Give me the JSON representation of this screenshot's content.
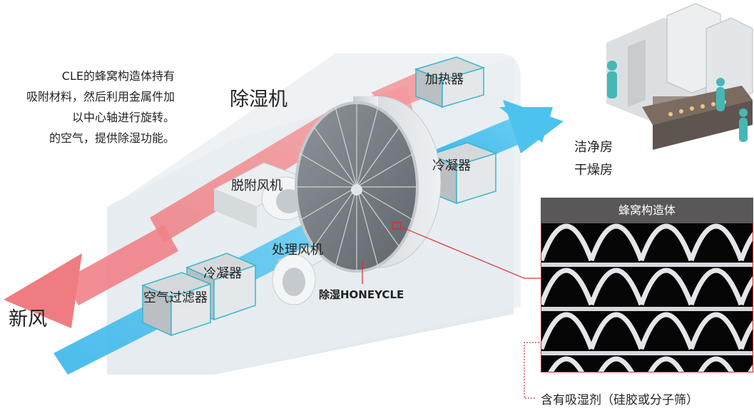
{
  "description": {
    "lines": [
      "CLE的蜂窝构造体持有",
      "吸附材料，然后利用金属件加",
      "以中心轴进行旋转。",
      "的空气，提供除湿功能。"
    ]
  },
  "diagram": {
    "title": "除湿机",
    "outside_air_label": "新风",
    "components": {
      "heater": "加热器",
      "condenser_top": "冷凝器",
      "desorption_fan": "脱附风机",
      "process_fan": "处理风机",
      "condenser_bottom": "冷凝器",
      "air_filter": "空气过滤器",
      "rotor": "除湿HONEYCLE"
    },
    "destination": [
      "洁净房",
      "干燥房"
    ]
  },
  "honeycomb_panel": {
    "title": "蜂窝构造体",
    "annotation": "含有吸湿剂（硅胶或分子筛）"
  },
  "colors": {
    "red_air": "#f1868a",
    "blue_air": "#4cc3ee",
    "box_edge": "#3bb6c7",
    "leader_red": "#d9302c"
  }
}
